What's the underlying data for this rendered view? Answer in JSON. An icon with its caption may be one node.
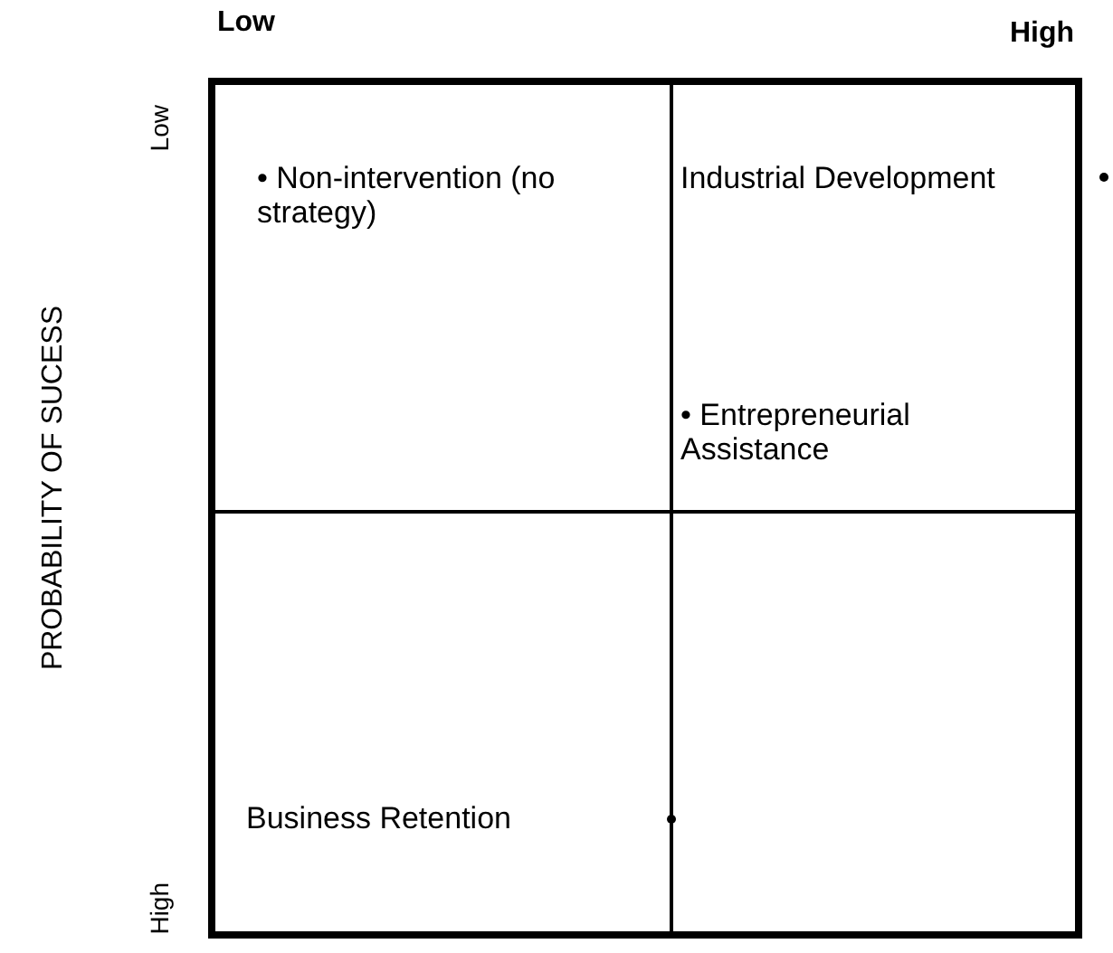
{
  "diagram": {
    "labels": [
      "Low",
      "High",
      "Low",
      "• Non-intervention (no strategy)",
      "Industrial Development",
      "• Entrepreneurial Assistance",
      "PROBABILITY OF SUCESS",
      "Business Retention",
      "High"
    ]
  }
}
